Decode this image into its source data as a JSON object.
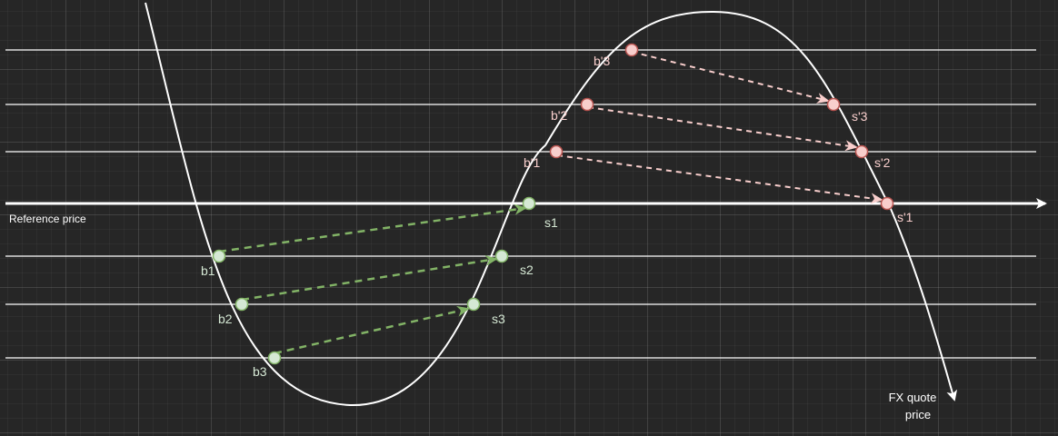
{
  "reference_label": "Reference price",
  "axis_label_line1": "FX quote",
  "axis_label_line2": "price",
  "colors": {
    "background": "#262626",
    "line": "#ffffff",
    "buy_fill": "#d5e8d4",
    "buy_stroke": "#82b366",
    "buy_label": "#d5e8d4",
    "buy_arrow": "#82b366",
    "sell_fill": "#f8cecc",
    "sell_stroke": "#b85450",
    "sell_label": "#f8cecc",
    "sell_arrow": "#f8cecc"
  },
  "buy_pairs": [
    {
      "from": "b1",
      "to": "s1"
    },
    {
      "from": "b2",
      "to": "s2"
    },
    {
      "from": "b3",
      "to": "s3"
    }
  ],
  "sell_pairs": [
    {
      "from": "b'1",
      "to": "s'1"
    },
    {
      "from": "b'2",
      "to": "s'2"
    },
    {
      "from": "b'3",
      "to": "s'3"
    }
  ]
}
